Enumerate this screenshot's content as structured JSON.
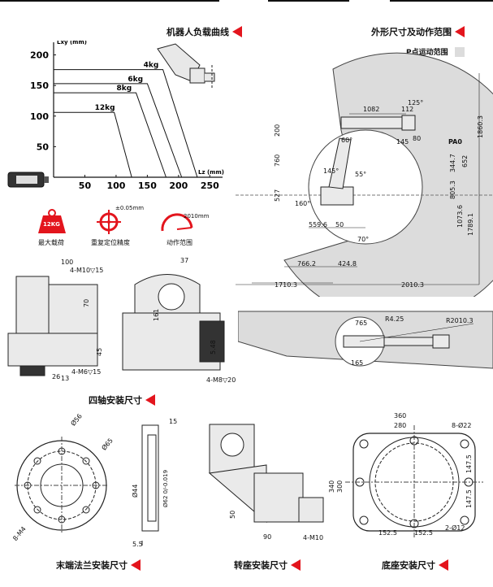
{
  "sections": {
    "load_curve_title": "机器人负载曲线",
    "dimensions_title": "外形尺寸及动作范围",
    "p_range_legend": "P点运动范围",
    "axis4_title": "四轴安装尺寸",
    "flange_title": "末端法兰安装尺寸",
    "turntable_title": "转座安装尺寸",
    "base_title": "底座安装尺寸"
  },
  "colors": {
    "accent": "#e3151d",
    "range_fill": "#dcdcdc"
  },
  "chart_data": {
    "type": "line",
    "xlabel": "Lz (mm)",
    "ylabel": "Lxy (mm)",
    "xticks": [
      50,
      100,
      150,
      200,
      250
    ],
    "yticks": [
      50,
      100,
      150,
      200
    ],
    "xlim": [
      0,
      260
    ],
    "ylim": [
      0,
      210
    ],
    "series": [
      {
        "name": "4kg",
        "points": [
          [
            0,
            176
          ],
          [
            175,
            176
          ],
          [
            230,
            0
          ]
        ]
      },
      {
        "name": "6kg",
        "points": [
          [
            0,
            153
          ],
          [
            150,
            153
          ],
          [
            205,
            0
          ]
        ]
      },
      {
        "name": "8kg",
        "points": [
          [
            0,
            138
          ],
          [
            132,
            138
          ],
          [
            180,
            0
          ]
        ]
      },
      {
        "name": "12kg",
        "points": [
          [
            0,
            106
          ],
          [
            97,
            106
          ],
          [
            125,
            0
          ]
        ]
      }
    ]
  },
  "icons": {
    "payload": {
      "badge": "12KG",
      "caption": "最大载荷"
    },
    "precision": {
      "value": "±0.05mm",
      "caption": "重复定位精度"
    },
    "range": {
      "value": "2010mm",
      "caption": "动作范围"
    }
  },
  "side_view": {
    "dims": [
      "1082",
      "112",
      "125°",
      "145",
      "80",
      "PA0",
      "200",
      "760",
      "527",
      "60°",
      "145°",
      "55°",
      "160°",
      "559.6",
      "50",
      "70°",
      "766.2",
      "424.8",
      "1710.3",
      "2010.3",
      "1860.3",
      "652",
      "344.7",
      "805.3",
      "1073.6",
      "1789.1"
    ]
  },
  "top_view": {
    "dims": [
      "R2010.3",
      "R4.25",
      "765",
      "165"
    ]
  },
  "axis4": {
    "dims": [
      "100",
      "4-M10▽15",
      "70",
      "45",
      "26",
      "13",
      "4-M6▽15",
      "37",
      "161",
      "5.48",
      "4-M8▽20"
    ]
  },
  "flange": {
    "dims": [
      "Ø56",
      "Ø65",
      "8-M4",
      "15",
      "Ø44",
      "Ø62 0/-0.019",
      "5.5"
    ]
  },
  "turntable": {
    "dims": [
      "50",
      "90",
      "4-M10"
    ]
  },
  "base": {
    "dims": [
      "360",
      "280",
      "8-Ø22",
      "340",
      "300",
      "147.5",
      "147.5",
      "152.5",
      "152.5",
      "2-Ø12"
    ]
  }
}
